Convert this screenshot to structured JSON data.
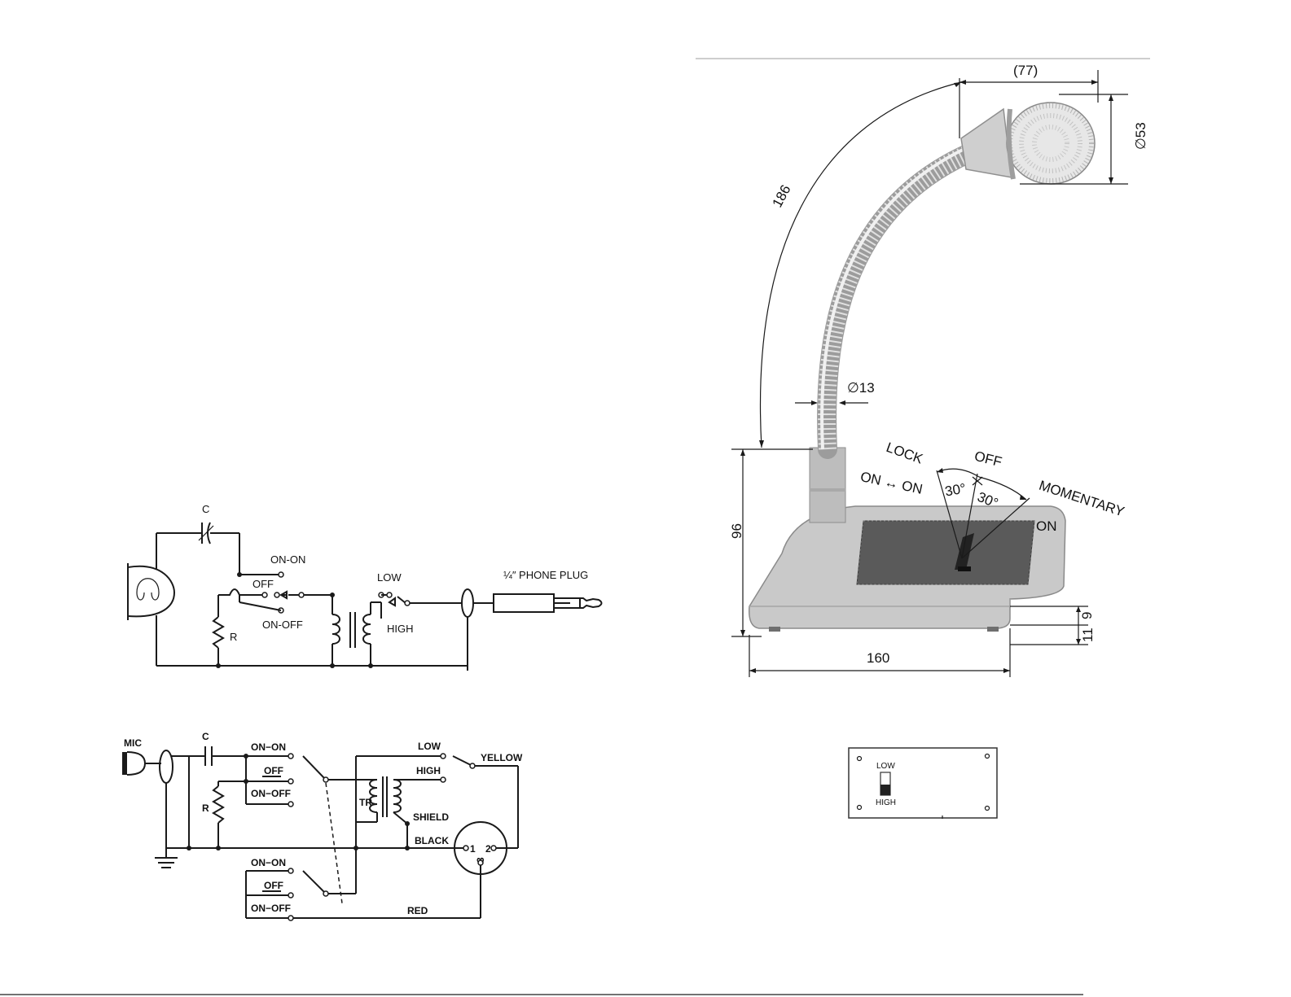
{
  "schematic_a": {
    "cap": "C",
    "sw_on_on": "ON-ON",
    "sw_off": "OFF",
    "sw_on_off": "ON-OFF",
    "resistor": "R",
    "low": "LOW",
    "high": "HIGH",
    "plug": "¼″ PHONE PLUG"
  },
  "schematic_b": {
    "mic": "MIC",
    "cap": "C",
    "resistor": "R",
    "sw1_on_on": "ON−ON",
    "sw1_off": "OFF",
    "sw1_on_off": "ON−OFF",
    "sw2_on_on": "ON−ON",
    "sw2_off": "OFF",
    "sw2_on_off": "ON−OFF",
    "transformer": "TR",
    "low": "LOW",
    "high": "HIGH",
    "yellow": "YELLOW",
    "shield": "SHIELD",
    "black": "BLACK",
    "red": "RED",
    "pin1": "1",
    "pin2": "2",
    "pin3": "3"
  },
  "mic_drawing": {
    "dim_head_offset": "(77)",
    "dim_head_dia": "∅53",
    "dim_neck_length": "186",
    "dim_neck_dia": "∅13",
    "dim_base_height": "96",
    "dim_base_width": "160",
    "dim_foot_a": "9",
    "dim_foot_b": "11",
    "lock": "LOCK",
    "on_on": "ON ↔ ON",
    "off": "OFF",
    "angle_a": "30°",
    "angle_b": "30°",
    "momentary": "MOMENTARY",
    "momentary_on": "ON"
  },
  "switch_plate": {
    "low": "LOW",
    "high": "HIGH"
  }
}
